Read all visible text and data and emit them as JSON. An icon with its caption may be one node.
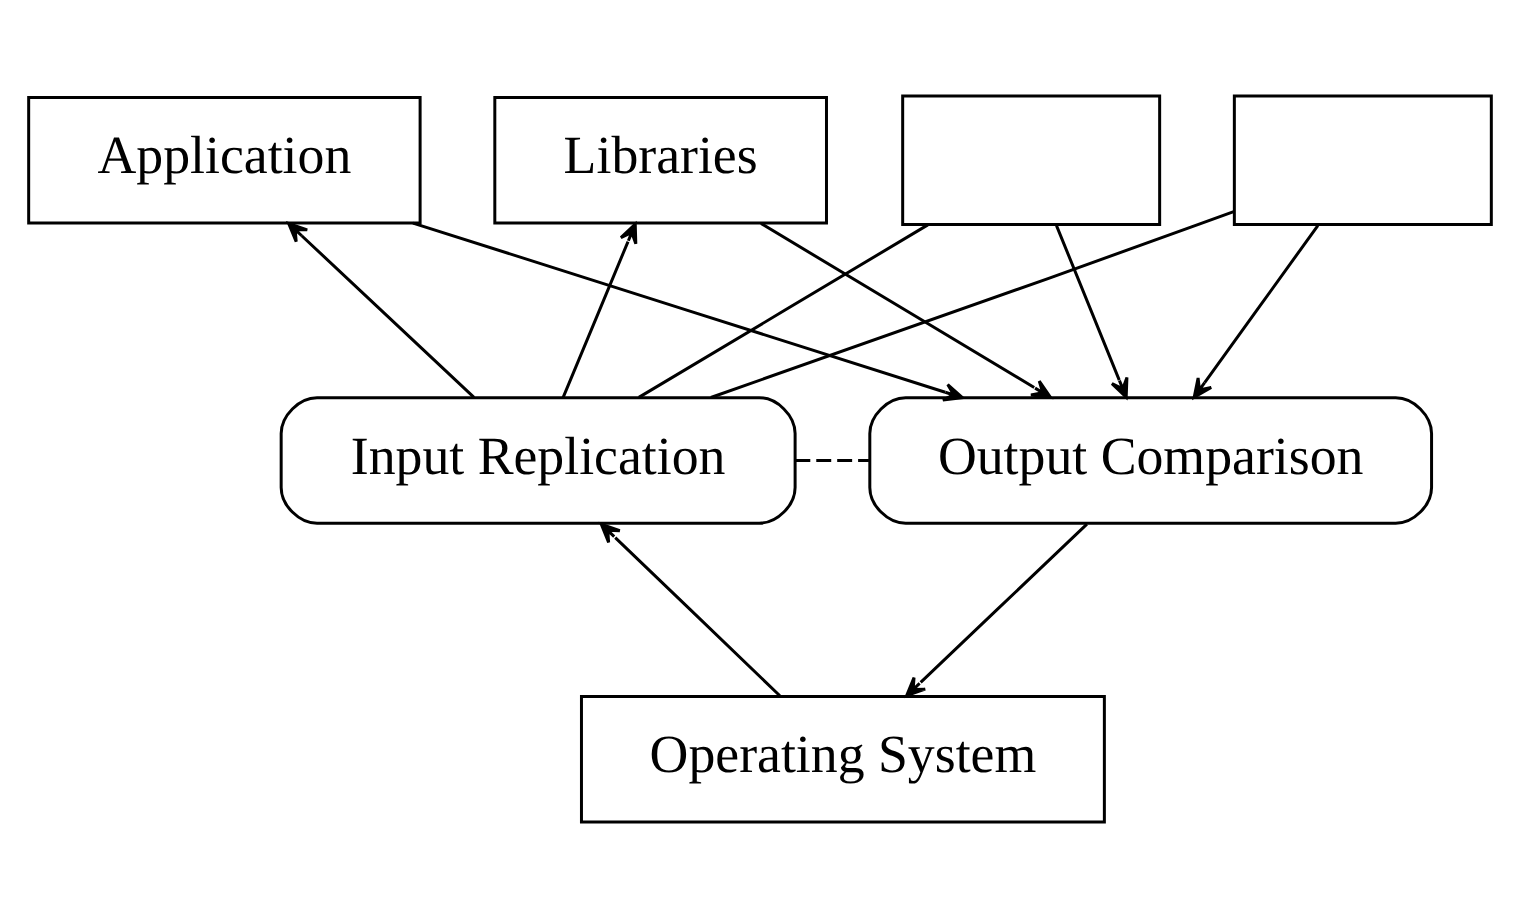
{
  "diagram": {
    "nodes": [
      {
        "text": [],
        "shape": "box"
      },
      {
        "text": [],
        "shape": "box"
      },
      {
        "text": [
          "Application"
        ]
      },
      {
        "text": [
          "Libraries"
        ]
      },
      {
        "text": [
          "Input Replication"
        ]
      },
      {
        "text": [
          "Output Comparison"
        ]
      },
      {
        "text": [
          "Operating System"
        ]
      }
    ],
    "edges": [
      {
        "from": 4,
        "to": 2,
        "arrow": "to"
      },
      {
        "from": 4,
        "to": 0,
        "arrow": "none"
      },
      {
        "from": 4,
        "to": 3,
        "arrow": "to"
      },
      {
        "from": 4,
        "to": 1,
        "arrow": "none"
      },
      {
        "from": 2,
        "to": 5,
        "arrow": "to"
      },
      {
        "from": 0,
        "to": 5,
        "arrow": "to"
      },
      {
        "from": 3,
        "to": 5,
        "arrow": "to"
      },
      {
        "from": 1,
        "to": 5,
        "arrow": "to"
      },
      {
        "from": 6,
        "to": 4,
        "arrow": "to"
      },
      {
        "from": 5,
        "to": 6,
        "arrow": "to"
      },
      {
        "from": 4,
        "to": 5,
        "arrow": "none",
        "style": "dashed"
      }
    ]
  }
}
